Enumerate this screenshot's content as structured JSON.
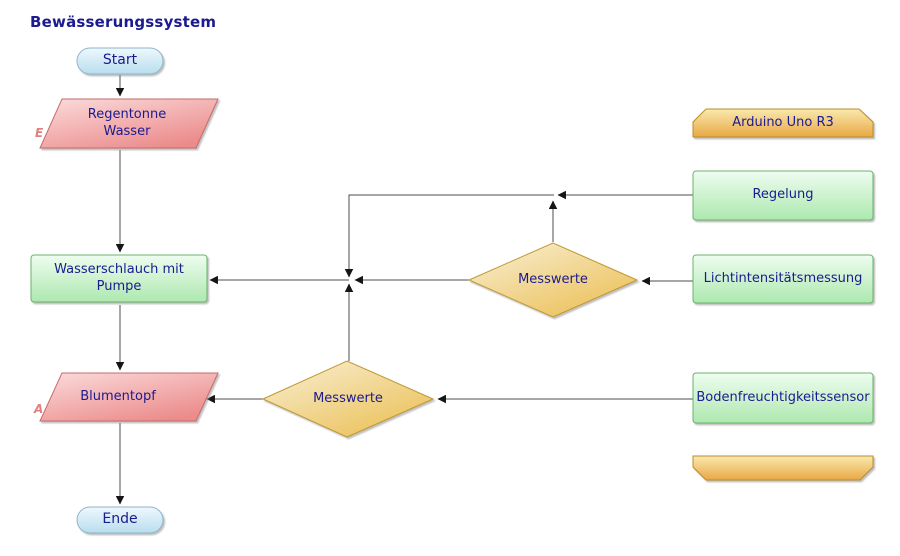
{
  "title": {
    "text": "Bewässerungssystem"
  },
  "nodes": {
    "start": {
      "label": "Start",
      "type": "terminator"
    },
    "regentonne": {
      "label": "Regentonne Wasser",
      "corner": "E",
      "type": "io"
    },
    "wasserschlauch": {
      "label": "Wasserschlauch mit Pumpe",
      "type": "process"
    },
    "blumentopf": {
      "label": "Blumentopf",
      "corner": "A",
      "type": "io"
    },
    "ende": {
      "label": "Ende",
      "type": "terminator"
    },
    "arduino": {
      "label": "Arduino Uno R3",
      "type": "card"
    },
    "regelung": {
      "label": "Regelung",
      "type": "process"
    },
    "lichtmessung": {
      "label": "Lichtintensitätsmessung",
      "type": "process"
    },
    "messwerte_licht": {
      "label": "Messwerte",
      "type": "decision"
    },
    "messwerte_boden": {
      "label": "Messwerte",
      "type": "decision"
    },
    "bodensensor": {
      "label": "Bodenfreuchtigkeitssensor",
      "type": "process"
    },
    "leere_karte": {
      "label": "",
      "type": "card"
    }
  },
  "edges": [
    {
      "from": "start",
      "to": "regentonne"
    },
    {
      "from": "regentonne",
      "to": "wasserschlauch"
    },
    {
      "from": "wasserschlauch",
      "to": "blumentopf"
    },
    {
      "from": "blumentopf",
      "to": "ende"
    },
    {
      "from": "regelung",
      "to": "wasserschlauch"
    },
    {
      "from": "messwerte_licht",
      "to": "wasserschlauch"
    },
    {
      "from": "lichtmessung",
      "to": "messwerte_licht"
    },
    {
      "from": "messwerte_boden",
      "to": "wasserschlauch"
    },
    {
      "from": "messwerte_boden",
      "to": "blumentopf"
    },
    {
      "from": "bodensensor",
      "to": "messwerte_boden"
    }
  ],
  "colors": {
    "text": "#1b1b8f",
    "corner_letter": "#e57f7f",
    "connector_line": "#4d4d4d",
    "arrowhead": "#151515",
    "terminator_fill_top": "#eef8fd",
    "terminator_fill_bottom": "#b9ddee",
    "terminator_border": "#8fb5ca",
    "io_fill_top": "#fbdcdc",
    "io_fill_bottom": "#ec8b8b",
    "io_border": "#c76b6b",
    "process_fill_top": "#eefdf0",
    "process_fill_bottom": "#ade8af",
    "process_border": "#69b369",
    "decision_fill_top": "#f9f0d6",
    "decision_fill_bottom": "#ebc057",
    "decision_border": "#c0982f",
    "card_fill_top": "#f9e9ae",
    "card_fill_bottom": "#e9a845",
    "card_border": "#ba8d2b",
    "background": "#ffffff"
  }
}
